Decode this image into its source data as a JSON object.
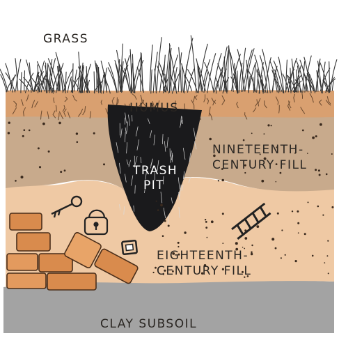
{
  "labels": {
    "grass": "GRASS",
    "humus": "HUMUS",
    "trash_pit_line1": "TRASH",
    "trash_pit_line2": "PIT",
    "nineteenth_line1": "NINETEENTH-",
    "nineteenth_line2": "CENTURY FILL",
    "eighteenth_line1": "EIGHTEENTH-",
    "eighteenth_line2": "CENTURY FILL",
    "clay": "CLAY SUBSOIL"
  },
  "colors": {
    "background": "#ffffff",
    "grass": "#3a3a3a",
    "humus": "#d9a070",
    "nineteenth_fill": "#c8aa8c",
    "eighteenth_fill": "#efc9a4",
    "trash_pit": "#1a1a1c",
    "clay": "#a3a3a3",
    "brick": "#d98b4d",
    "ink": "#2a2622"
  },
  "icons": [
    "key-icon",
    "padlock-icon",
    "buckle-icon",
    "harmonica-icon",
    "brick-wall-icon"
  ]
}
